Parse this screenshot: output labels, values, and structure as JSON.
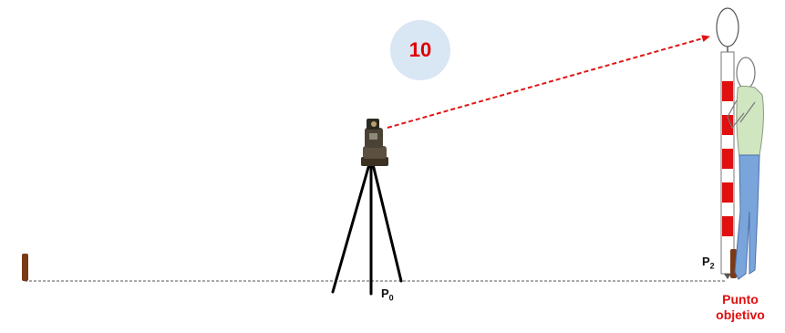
{
  "step": {
    "number": "10"
  },
  "labels": {
    "p0": {
      "base": "P",
      "sub": "0"
    },
    "p2": {
      "base": "P",
      "sub": "2"
    },
    "target_line1": "Punto",
    "target_line2": "objetivo"
  },
  "colors": {
    "sight_line": "#e01515",
    "stake": "#7a3a16",
    "rod_red": "#e01010",
    "badge_bg": "#d9e6f4",
    "step_text": "#e00000",
    "target_text": "#e01010",
    "person_shirt": "#cfe6c1",
    "person_pants": "#7aa5db"
  },
  "icons": {
    "instrument": "total-station-icon",
    "person": "surveyor-person-icon",
    "rod": "prism-pole-icon",
    "stake": "survey-stake-icon"
  }
}
